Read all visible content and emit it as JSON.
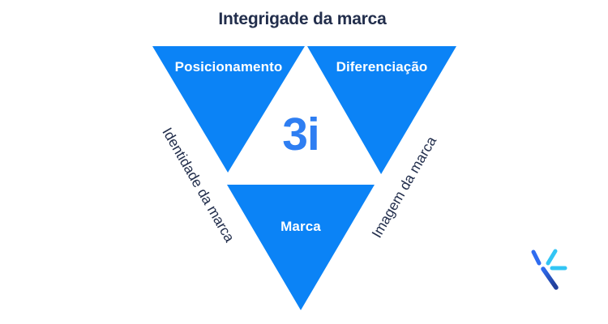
{
  "title": "Integrigade da marca",
  "diagram": {
    "center_label": "3i",
    "triangles": [
      {
        "id": "posicionamento",
        "label": "Posicionamento"
      },
      {
        "id": "diferenciacao",
        "label": "Diferenciação"
      },
      {
        "id": "marca",
        "label": "Marca"
      }
    ],
    "side_labels": {
      "left": "Identidade da marca",
      "right": "Imagem da marca"
    }
  },
  "logo": {
    "name": "brand-asterisk-logo"
  },
  "colors": {
    "page-bg": "#ffffff",
    "triangle-blue": "#0b83f6",
    "center-blue": "#2e7ef2",
    "navy": "#222e4c",
    "logo-blue": "#2f6cf0",
    "logo-cyan": "#33c5f4",
    "logo-dark": "#22409c",
    "logo-bar-dark": "#2b4fc4"
  }
}
